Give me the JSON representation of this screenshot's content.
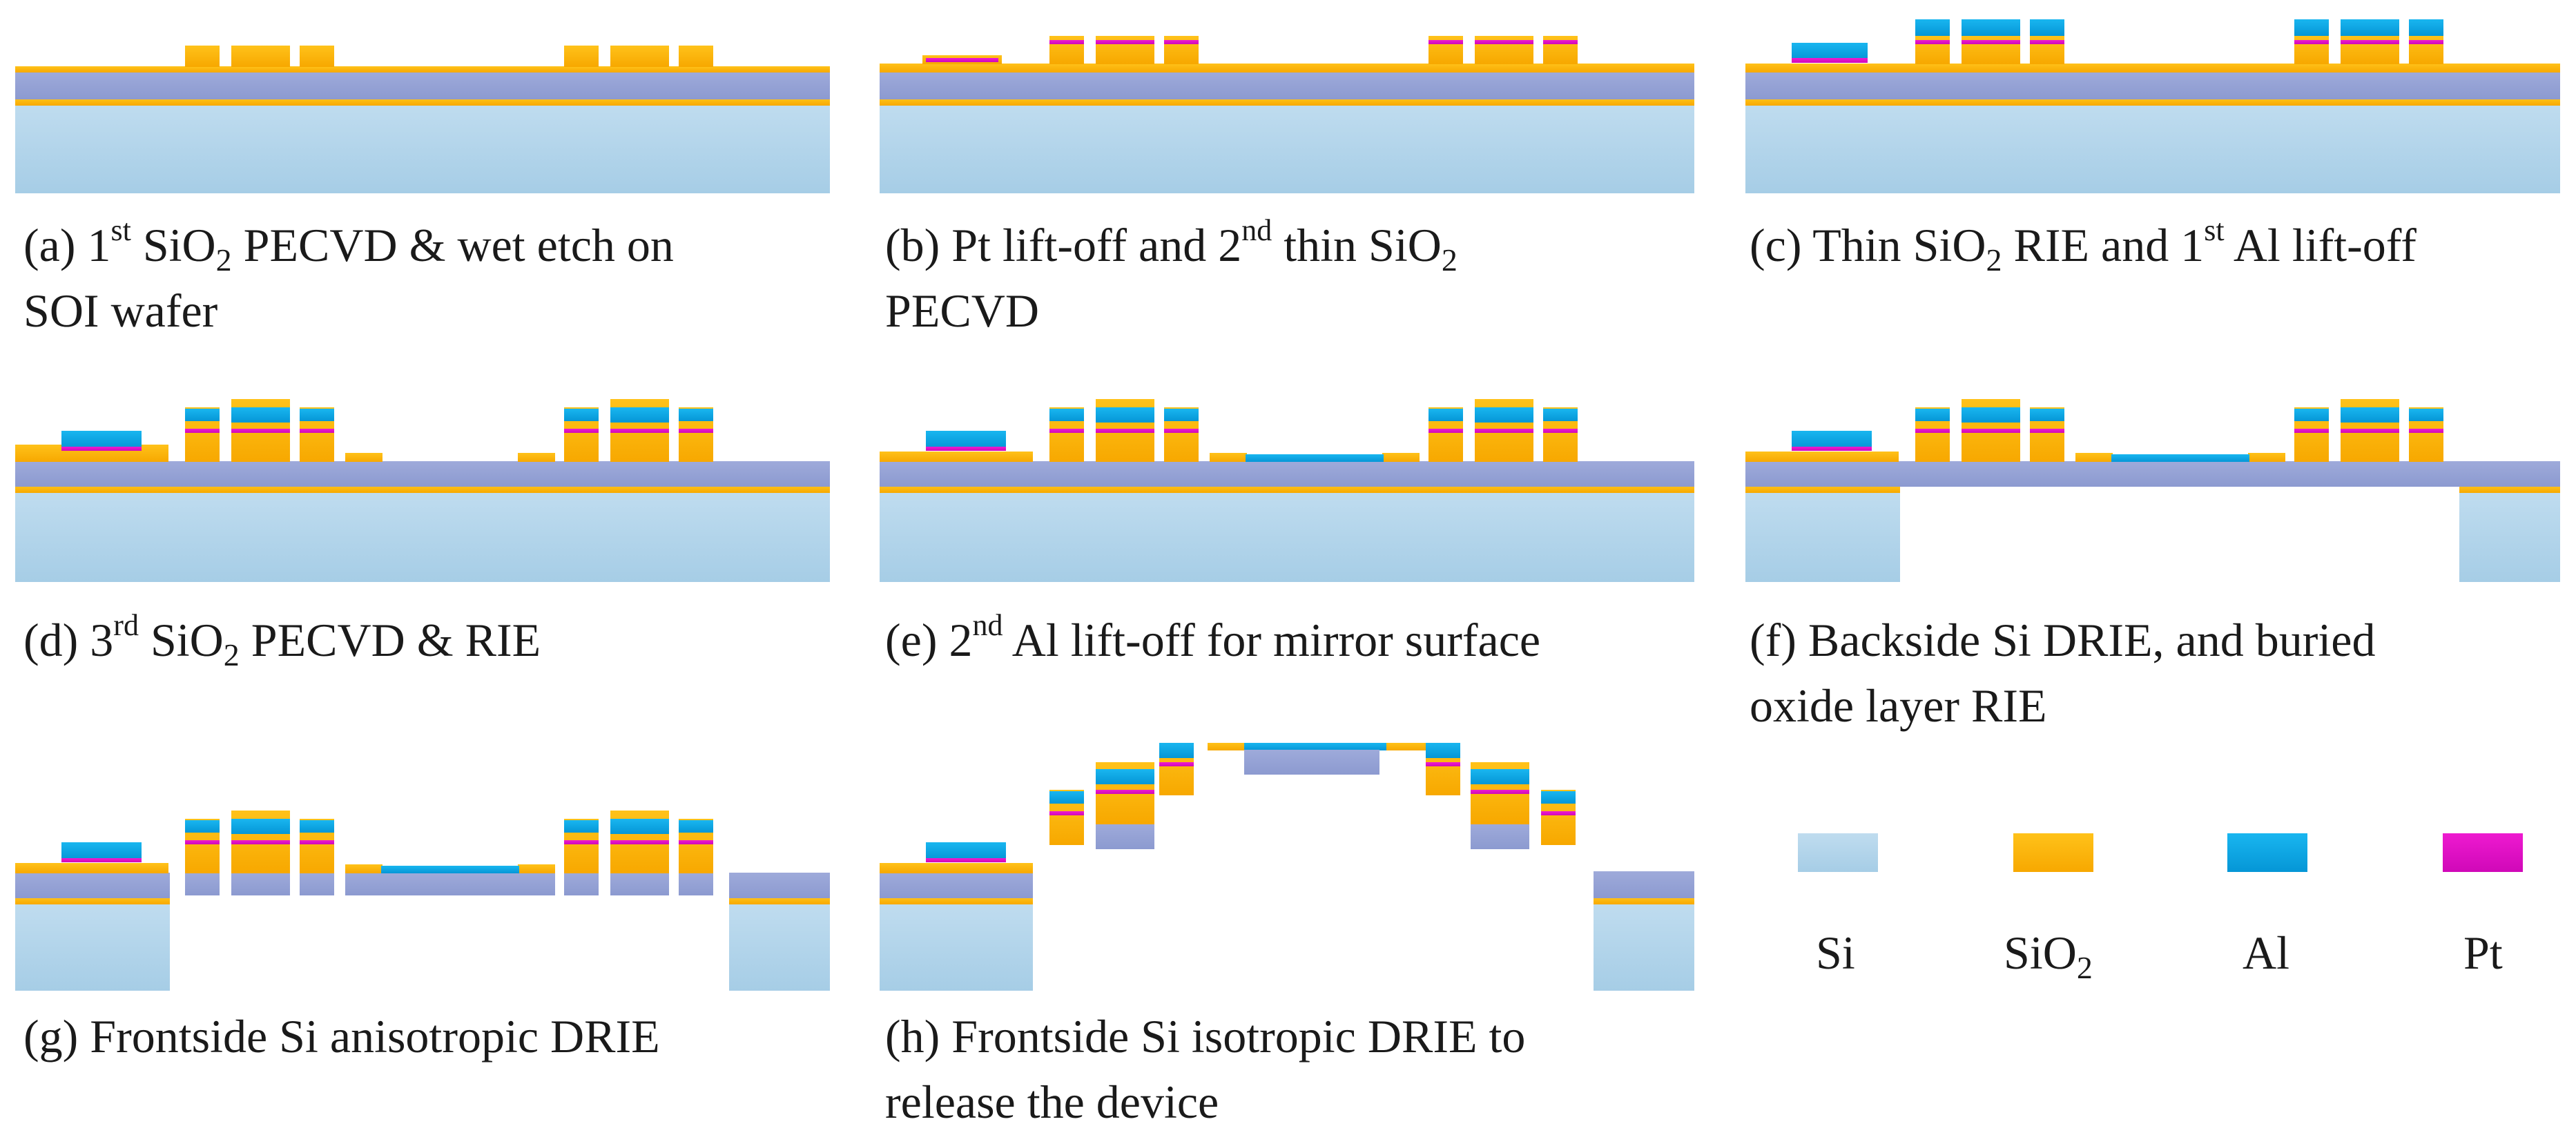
{
  "colors": {
    "si": "#aed3ea",
    "box": "#95a3d6",
    "sio2": "#ffb100",
    "al": "#0aa6e6",
    "pt": "#e00cc3"
  },
  "captions": {
    "a": {
      "p1": "(a) 1",
      "sup": "st",
      "p2": " SiO",
      "sub": "2",
      "p3": " PECVD & wet etch on",
      "line2": "SOI wafer"
    },
    "b": {
      "p1": "(b) Pt lift-off and 2",
      "sup": "nd",
      "p2": " thin SiO",
      "sub": "2",
      "line2": "PECVD"
    },
    "c": {
      "p1": "(c) Thin SiO",
      "sub": "2",
      "p2": " RIE and 1",
      "sup": "st",
      "p3": " Al lift-off"
    },
    "d": {
      "p1": "(d) 3",
      "sup": "rd",
      "p2": " SiO",
      "sub": "2",
      "p3": " PECVD & RIE"
    },
    "e": {
      "p1": "(e) 2",
      "sup": "nd",
      "p2": " Al lift-off for mirror surface"
    },
    "f": {
      "line1": "(f)  Backside Si DRIE, and buried",
      "line2": "oxide layer RIE"
    },
    "g": {
      "line1": "(g)  Frontside Si anisotropic DRIE"
    },
    "h": {
      "line1": "(h)  Frontside Si isotropic DRIE to",
      "line2": "release the device"
    }
  },
  "legend": {
    "si": "Si",
    "sio2_base": "SiO",
    "sio2_sub": "2",
    "al": "Al",
    "pt": "Pt"
  }
}
